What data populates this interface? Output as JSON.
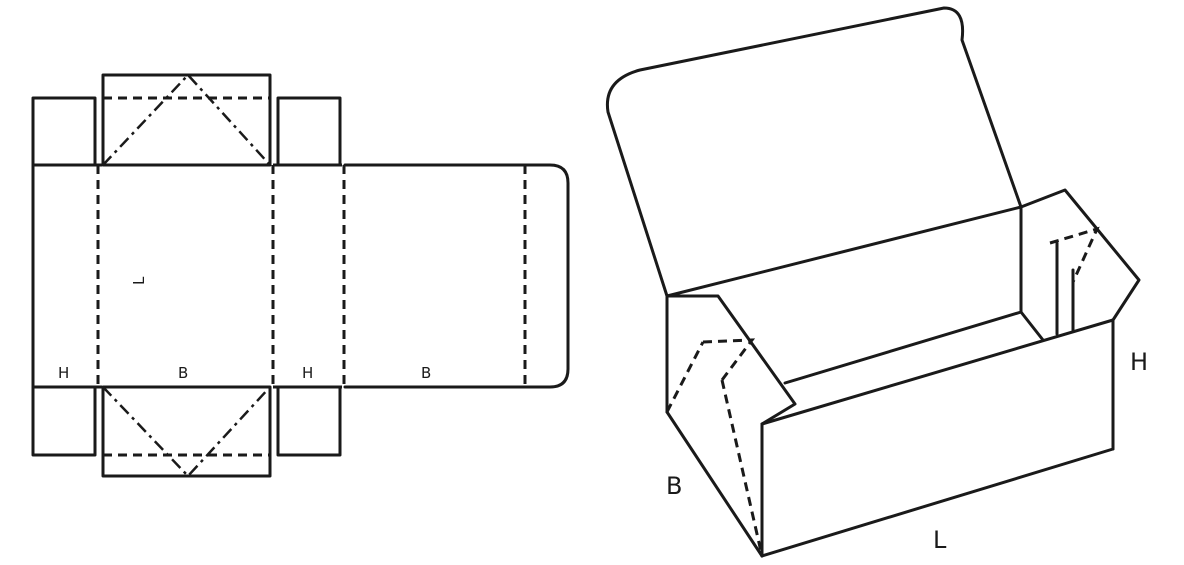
{
  "flat_layout": {
    "labels": {
      "L": "L",
      "H_left": "H",
      "B_center": "B",
      "H_right": "H",
      "B_right": "B"
    }
  },
  "assembled_box": {
    "labels": {
      "B": "B",
      "L": "L",
      "H": "H"
    }
  }
}
